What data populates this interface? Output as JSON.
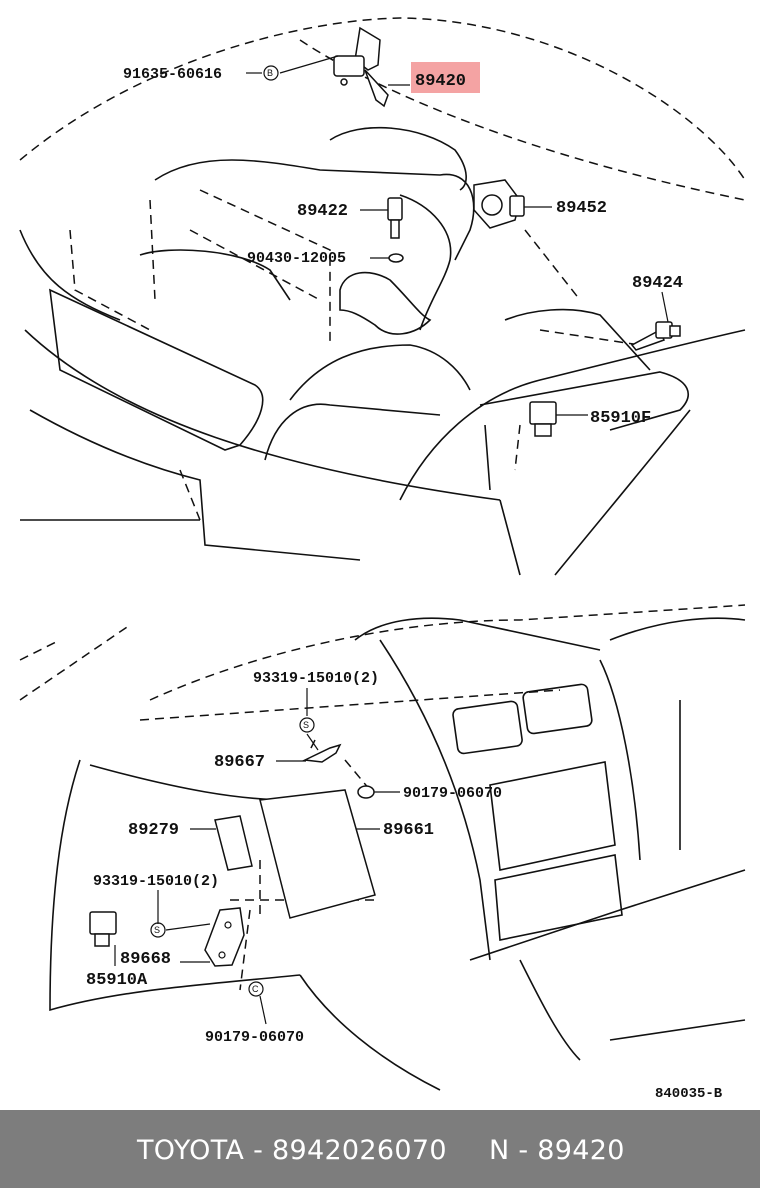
{
  "diagram": {
    "highlight_color": "#f4a3a3",
    "labels": {
      "p91635": "91635-60616",
      "p89420": "89420",
      "p89422": "89422",
      "p89452": "89452",
      "p90430": "90430-12005",
      "p89424": "89424",
      "p85910f": "85910F",
      "p93319_top": "93319-15010(2)",
      "p89667": "89667",
      "p90179_top": "90179-06070",
      "p89279": "89279",
      "p89661": "89661",
      "p93319_bot": "93319-15010(2)",
      "p89668": "89668",
      "p85910a": "85910A",
      "p90179_bot": "90179-06070",
      "ref": "840035-B"
    },
    "symbols": {
      "b": "B",
      "s1": "S",
      "s2": "S",
      "c": "C"
    }
  },
  "footer": {
    "brand_part": "TOYOTA - 8942026070",
    "n_part": "N - 89420",
    "background": "#7d7d7d"
  }
}
